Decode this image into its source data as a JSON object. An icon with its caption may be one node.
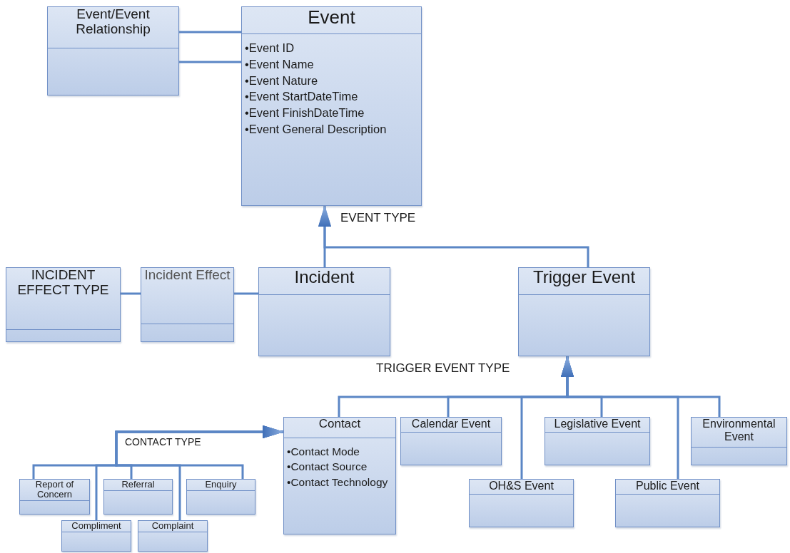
{
  "diagram": {
    "nodes": [
      {
        "text": [
          "Event/Event Relationship"
        ]
      },
      {
        "text": [
          "Event",
          "•Event ID",
          "•Event Name",
          "•Event Nature",
          "•Event StartDateTime",
          "•Event FinishDateTime",
          "•Event General Description"
        ]
      },
      {
        "text": [
          "INCIDENT EFFECT TYPE"
        ]
      },
      {
        "text": [
          "Incident Effect"
        ]
      },
      {
        "text": [
          "Incident"
        ]
      },
      {
        "text": [
          "Trigger Event"
        ]
      },
      {
        "text": [
          "Contact",
          "•Contact Mode",
          "•Contact Source",
          "•Contact Technology"
        ]
      },
      {
        "text": [
          "Calendar Event"
        ]
      },
      {
        "text": [
          "Legislative Event"
        ]
      },
      {
        "text": [
          "Environmental Event"
        ]
      },
      {
        "text": [
          "OH&S Event"
        ]
      },
      {
        "text": [
          "Public Event"
        ]
      },
      {
        "text": [
          "Report of Concern"
        ]
      },
      {
        "text": [
          "Referral"
        ]
      },
      {
        "text": [
          "Enquiry"
        ]
      },
      {
        "text": [
          "Compliment"
        ]
      },
      {
        "text": [
          "Complaint"
        ]
      }
    ],
    "edges": [
      {
        "from": 0,
        "to": 1,
        "arrow": "none"
      },
      {
        "from": 0,
        "to": 1,
        "arrow": "none"
      },
      {
        "from": 2,
        "to": 3,
        "arrow": "none"
      },
      {
        "from": 3,
        "to": 4,
        "arrow": "none"
      },
      {
        "from": 4,
        "to": 1,
        "arrow": "to"
      },
      {
        "from": 5,
        "to": 1,
        "arrow": "to"
      },
      {
        "from": 6,
        "to": 5,
        "arrow": "to"
      },
      {
        "from": 7,
        "to": 5,
        "arrow": "to"
      },
      {
        "from": 8,
        "to": 5,
        "arrow": "to"
      },
      {
        "from": 9,
        "to": 5,
        "arrow": "to"
      },
      {
        "from": 10,
        "to": 5,
        "arrow": "to"
      },
      {
        "from": 11,
        "to": 5,
        "arrow": "to"
      },
      {
        "from": 12,
        "to": 6,
        "arrow": "to"
      },
      {
        "from": 13,
        "to": 6,
        "arrow": "to"
      },
      {
        "from": 14,
        "to": 6,
        "arrow": "to"
      },
      {
        "from": 15,
        "to": 6,
        "arrow": "to"
      },
      {
        "from": 16,
        "to": 6,
        "arrow": "to"
      }
    ],
    "labels": [
      "EVENT TYPE",
      "TRIGGER EVENT TYPE",
      "CONTACT TYPE"
    ]
  }
}
